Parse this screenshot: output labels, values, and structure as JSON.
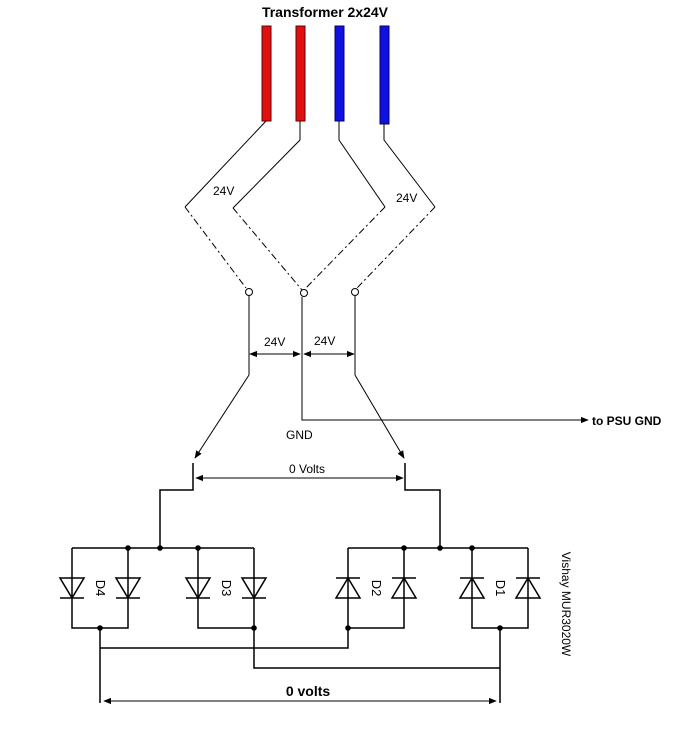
{
  "title": "Transformer 2x24V",
  "labels": {
    "winding_left": "24V",
    "winding_right": "24V",
    "tap_left": "24V",
    "tap_right": "24V",
    "gnd": "GND",
    "psu_gnd": "to PSU GND",
    "zero_volts_top": "0 Volts",
    "zero_volts_bottom": "0 volts",
    "diode_part": "Vishay MUR3020W"
  },
  "diodes": [
    "D4",
    "D3",
    "D2",
    "D1"
  ],
  "wire_colors": {
    "red": "#e01010",
    "blue": "#1010e0"
  }
}
